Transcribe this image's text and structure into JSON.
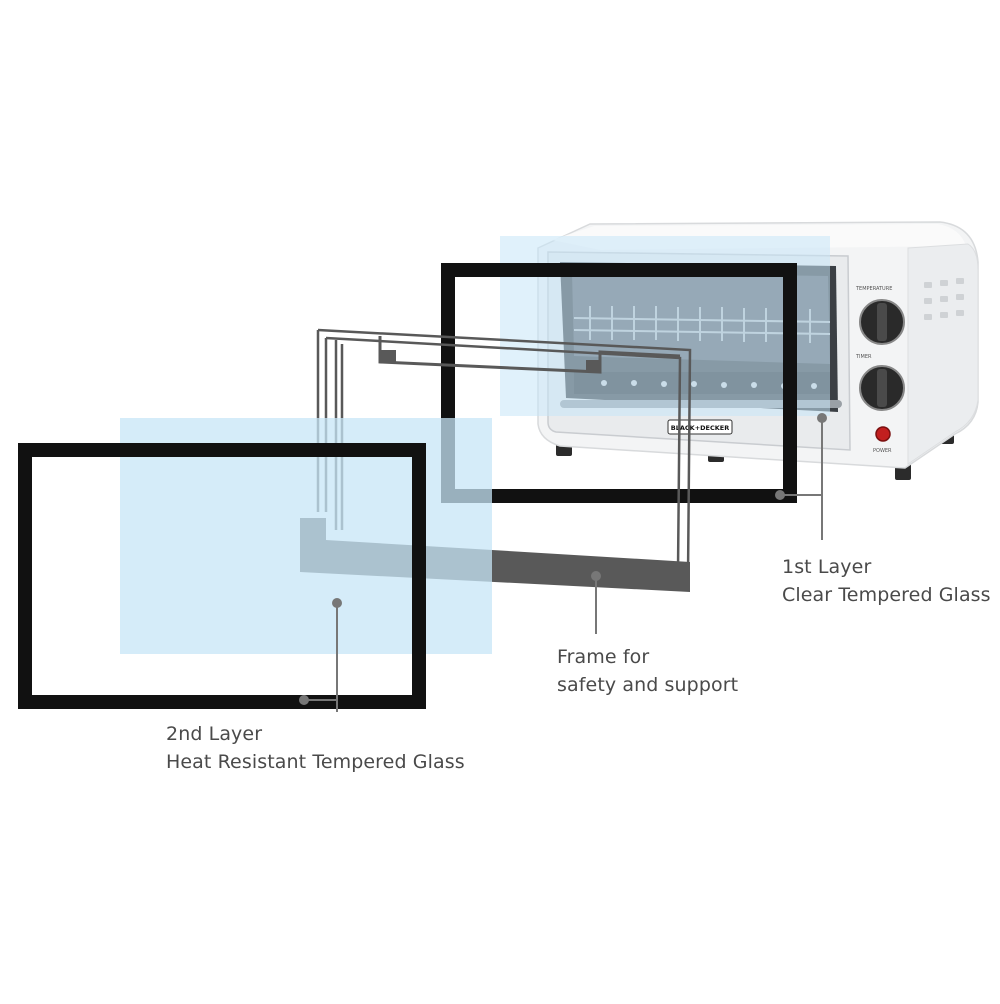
{
  "brand": {
    "logo_text": "BLACK+DECKER"
  },
  "oven_panel": {
    "temperature_label": "TEMPERATURE",
    "timer_label": "TIMER",
    "power_label": "POWER"
  },
  "callouts": {
    "first_layer": {
      "line1": "1st Layer",
      "line2": "Clear Tempered Glass"
    },
    "frame": {
      "line1": "Frame for",
      "line2": "safety and support"
    },
    "second_layer": {
      "line1": "2nd Layer",
      "line2": "Heat Resistant Tempered Glass"
    }
  },
  "colors": {
    "glass_blue": "#c7e6f7",
    "frame_black": "#111111",
    "support_frame_gray": "#595959",
    "leader_gray": "#777777",
    "label_text": "#4a4a4a",
    "oven_body": "#f3f4f5",
    "power_light": "#c21f1f"
  }
}
